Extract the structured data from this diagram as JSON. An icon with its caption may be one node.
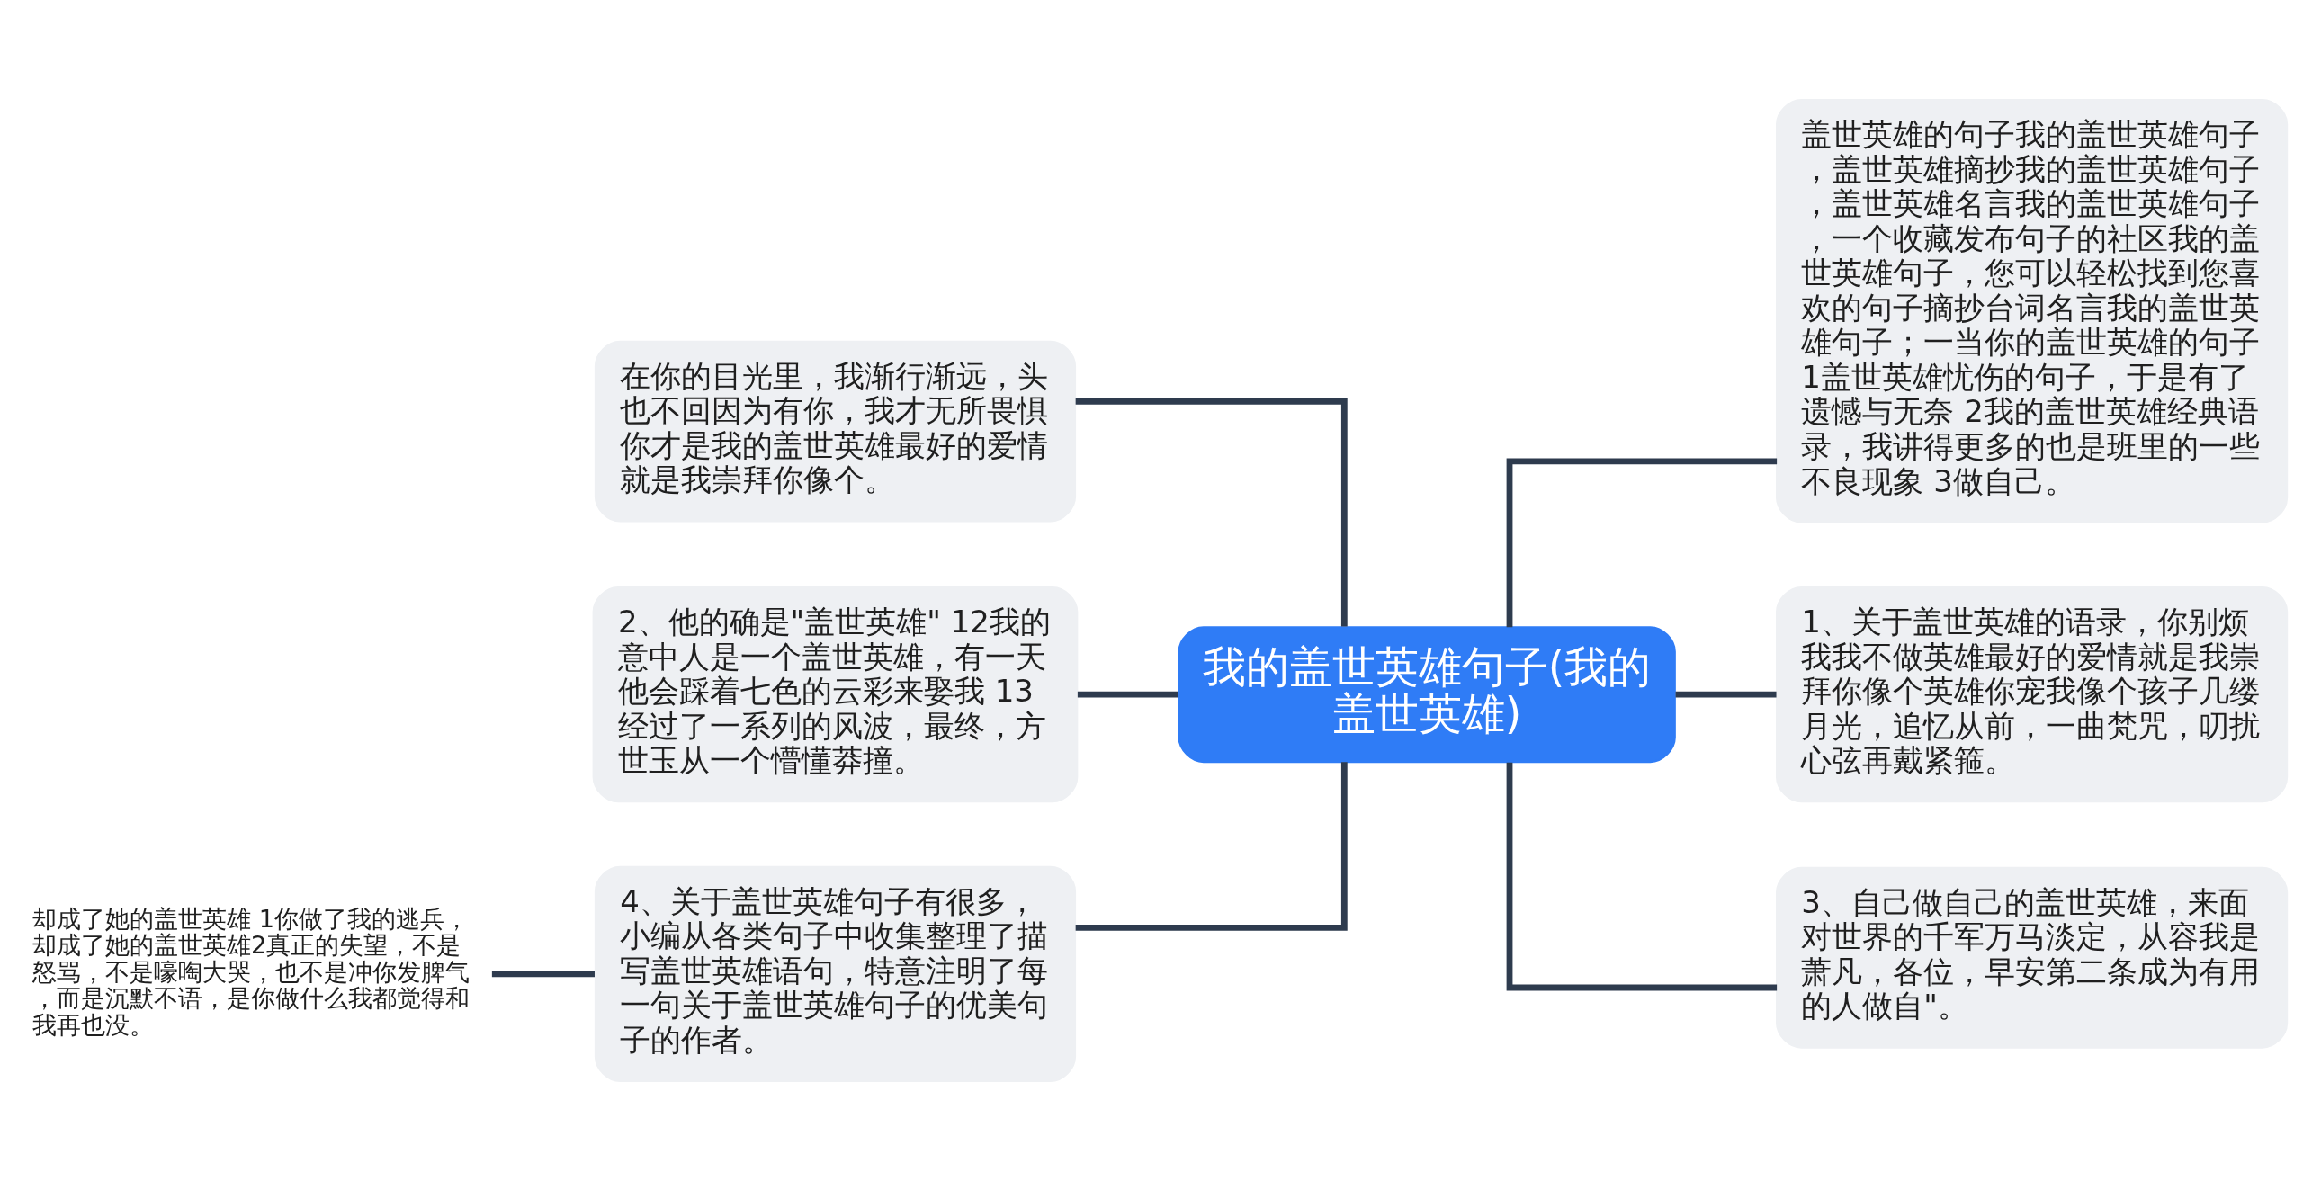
{
  "diagram": {
    "nodes": [
      {
        "text": [
          "我的盖世英雄句子(我的盖世英雄)"
        ]
      },
      {
        "text": [
          "盖世英雄的句子我的盖世英雄句子，盖世英雄摘抄我的盖世英雄句子，盖世英雄名言我的盖世英雄句子，一个收藏发布句子的社区我的盖世英雄句子，您可以轻松找到您喜欢的句子摘抄台词名言我的盖世英雄句子；一当你的盖世英雄的句子 1盖世英雄忧伤的句子，于是有了遗憾与无奈 2我的盖世英雄经典语录，我讲得更多的也是班里的一些不良现象 3做自己。"
        ]
      },
      {
        "text": [
          "1、关于盖世英雄的语录，你别烦我我不做英雄最好的爱情就是我崇拜你像个英雄你宠我像个孩子几缕月光，追忆从前，一曲梵咒，叨扰心弦再戴紧箍。"
        ]
      },
      {
        "text": [
          "3、自己做自己的盖世英雄，来面对世界的千军万马淡定，从容我是萧凡，各位，早安第二条成为有用的人做自\"。"
        ]
      },
      {
        "text": [
          "在你的目光里，我渐行渐远，头也不回因为有你，我才无所畏惧你才是我的盖世英雄最好的爱情就是我崇拜你像个。"
        ]
      },
      {
        "text": [
          "2、他的确是\"盖世英雄\" 12我的意中人是一个盖世英雄，有一天他会踩着七色的云彩来娶我 13经过了一系列的风波，最终，方世玉从一个懵懂莽撞。"
        ]
      },
      {
        "text": [
          "4、关于盖世英雄句子有很多，小编从各类句子中收集整理了描写盖世英雄语句，特意注明了每一句关于盖世英雄句子的优美句子的作者。"
        ]
      },
      {
        "text": [
          "却成了她的盖世英雄 1你做了我的逃兵，却成了她的盖世英雄2真正的失望，不是怒骂，不是嚎啕大哭，也不是冲你发脾气，而是沉默不语，是你做什么我都觉得和我再也没。"
        ]
      }
    ],
    "edges": [
      {
        "from": 0,
        "to": 1,
        "arrow": "none"
      },
      {
        "from": 0,
        "to": 2,
        "arrow": "none"
      },
      {
        "from": 0,
        "to": 3,
        "arrow": "none"
      },
      {
        "from": 4,
        "to": 0,
        "arrow": "none"
      },
      {
        "from": 5,
        "to": 0,
        "arrow": "none"
      },
      {
        "from": 6,
        "to": 0,
        "arrow": "none"
      },
      {
        "from": 7,
        "to": 6,
        "arrow": "none"
      }
    ]
  }
}
